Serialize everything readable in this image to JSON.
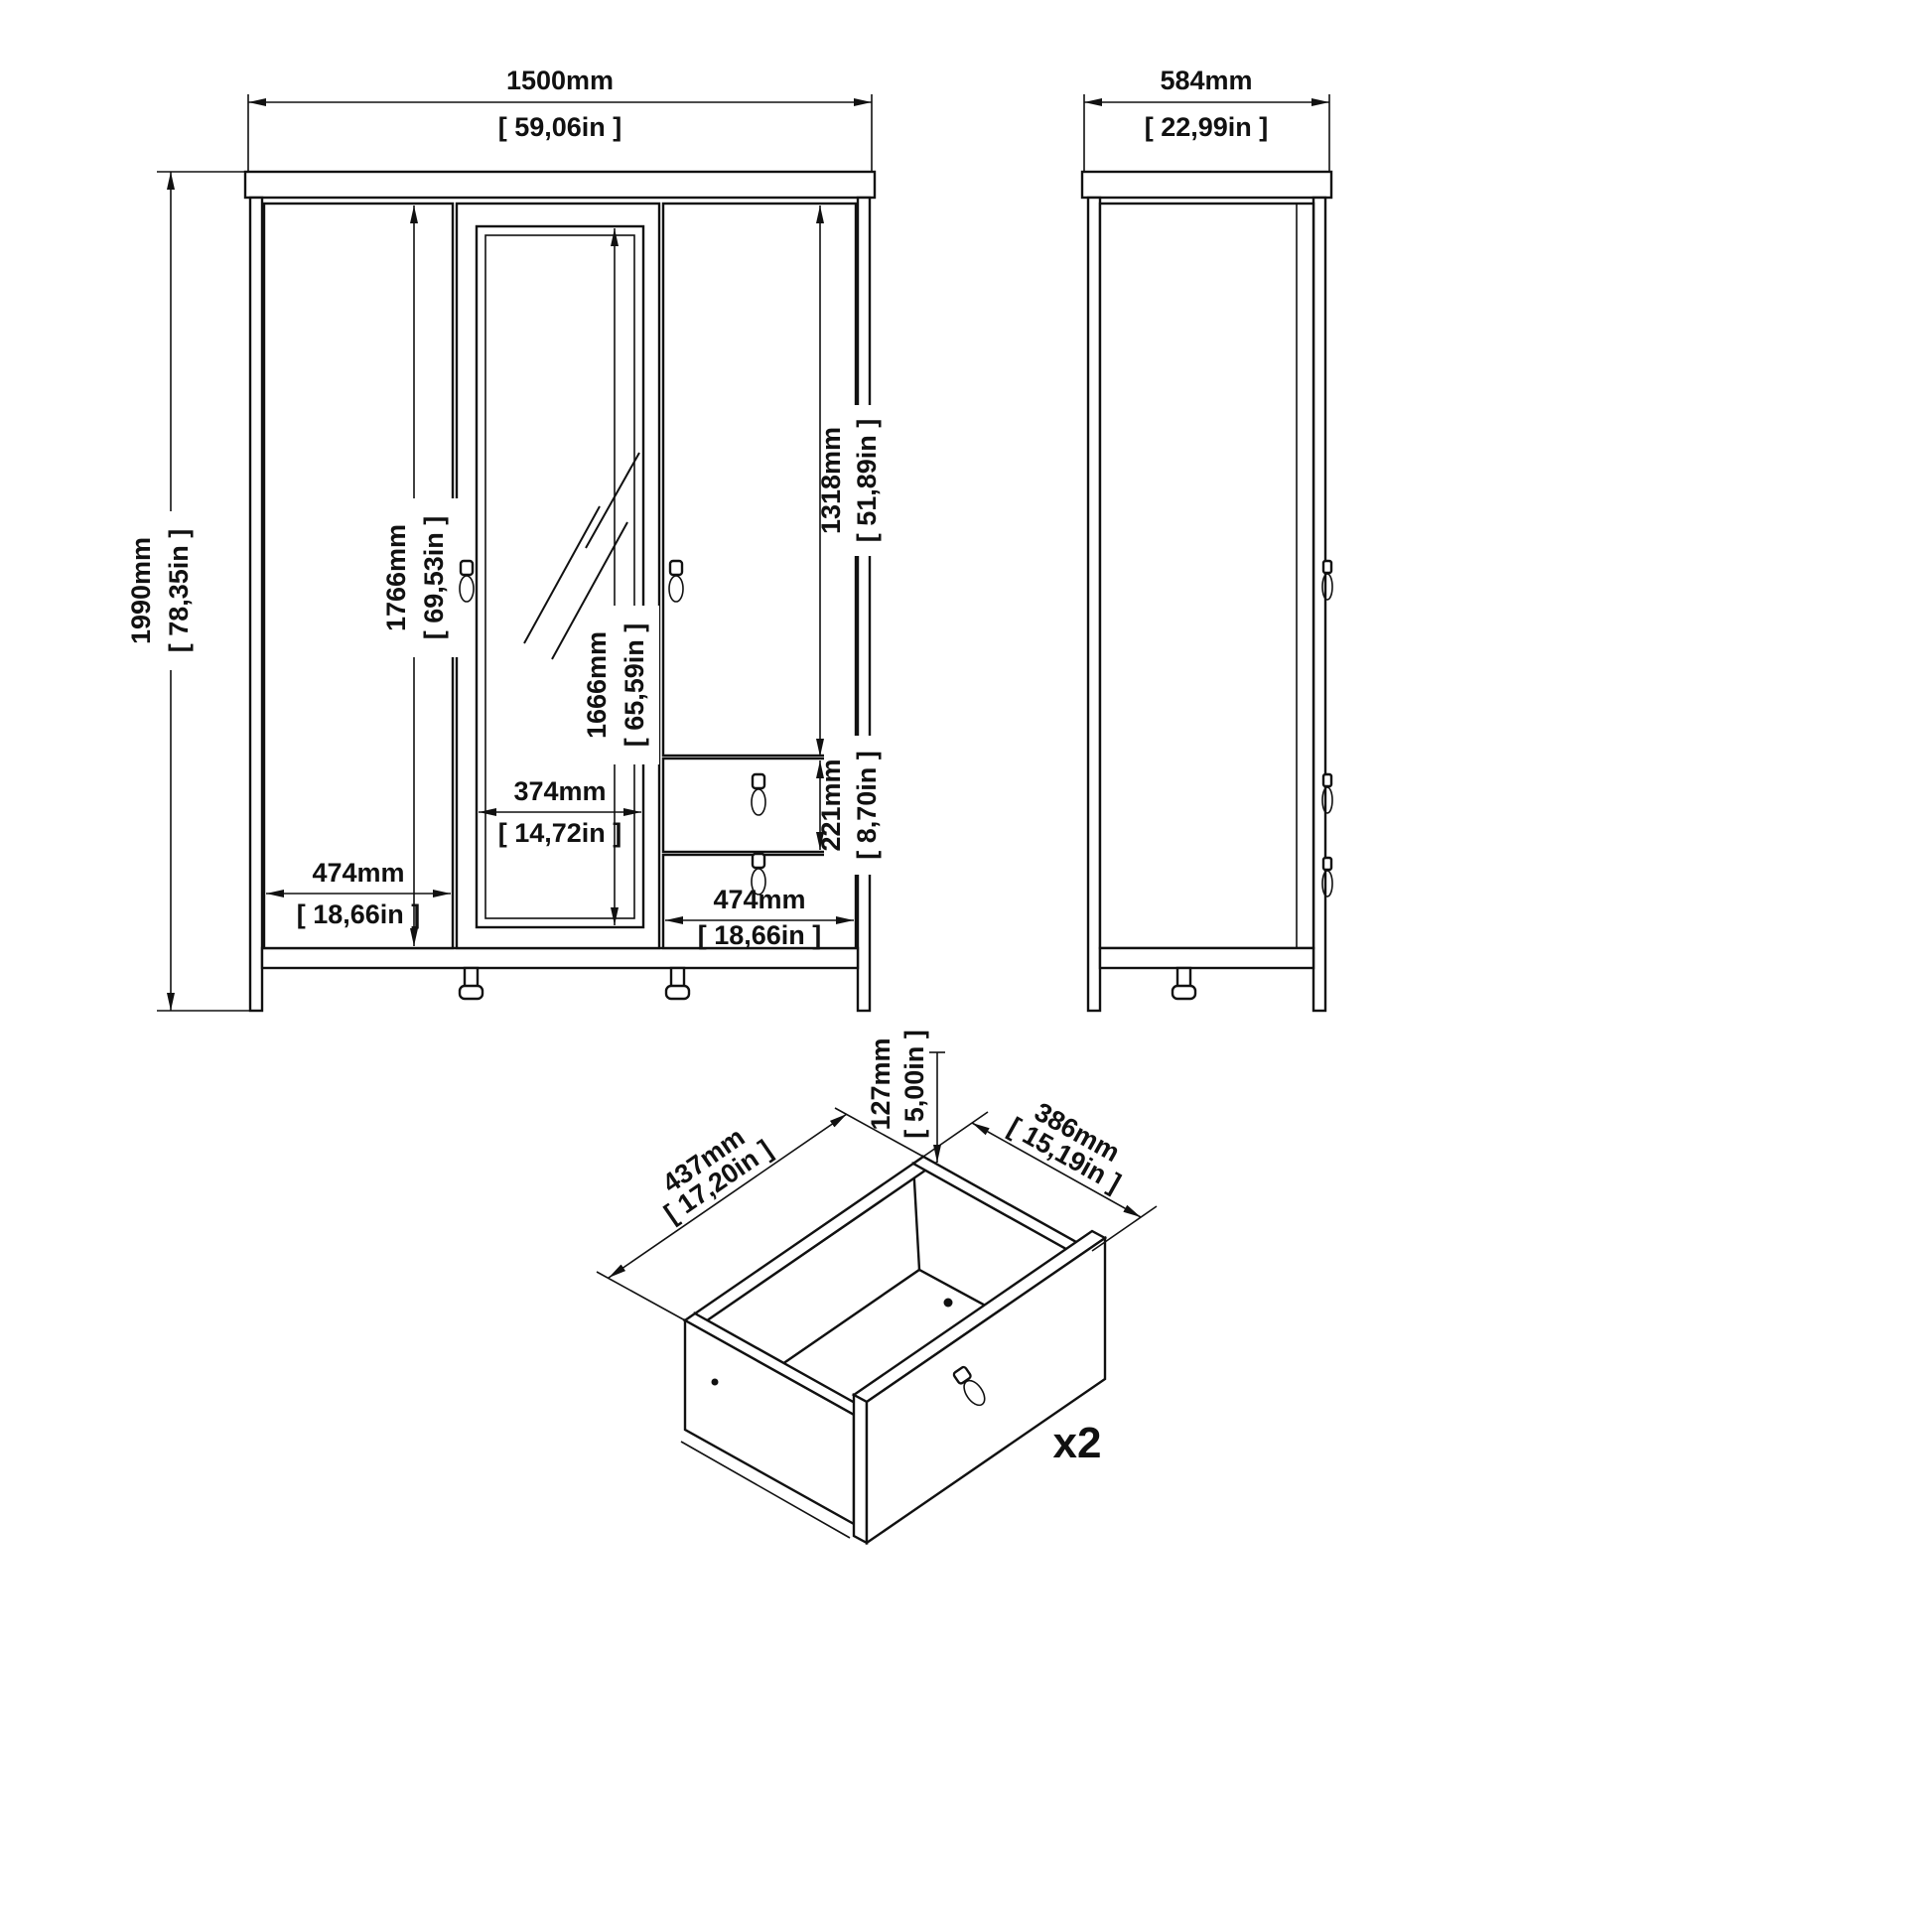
{
  "colors": {
    "line": "#111111",
    "background": "#ffffff"
  },
  "views": {
    "front": {
      "width_mm": "1500mm",
      "width_in": "[ 59,06in ]",
      "height_mm": "1990mm",
      "height_in": "[ 78,35in ]",
      "door_height_mm": "1766mm",
      "door_height_in": "[ 69,53in ]",
      "mirror_height_mm": "1666mm",
      "mirror_height_in": "[ 65,59in ]",
      "right_door_height_mm": "1318mm",
      "right_door_height_in": "[ 51,89in ]",
      "drawer_height_mm": "221mm",
      "drawer_height_in": "[ 8,70in ]",
      "mirror_width_mm": "374mm",
      "mirror_width_in": "[ 14,72in ]",
      "left_door_width_mm": "474mm",
      "left_door_width_in": "[ 18,66in ]",
      "drawer_width_mm": "474mm",
      "drawer_width_in": "[ 18,66in ]"
    },
    "side": {
      "depth_mm": "584mm",
      "depth_in": "[ 22,99in ]"
    },
    "drawer": {
      "width_mm": "437mm",
      "width_in": "[ 17,20in ]",
      "depth_mm": "386mm",
      "depth_in": "[ 15,19in ]",
      "height_mm": "127mm",
      "height_in": "[ 5,00in ]",
      "quantity": "x2"
    }
  }
}
